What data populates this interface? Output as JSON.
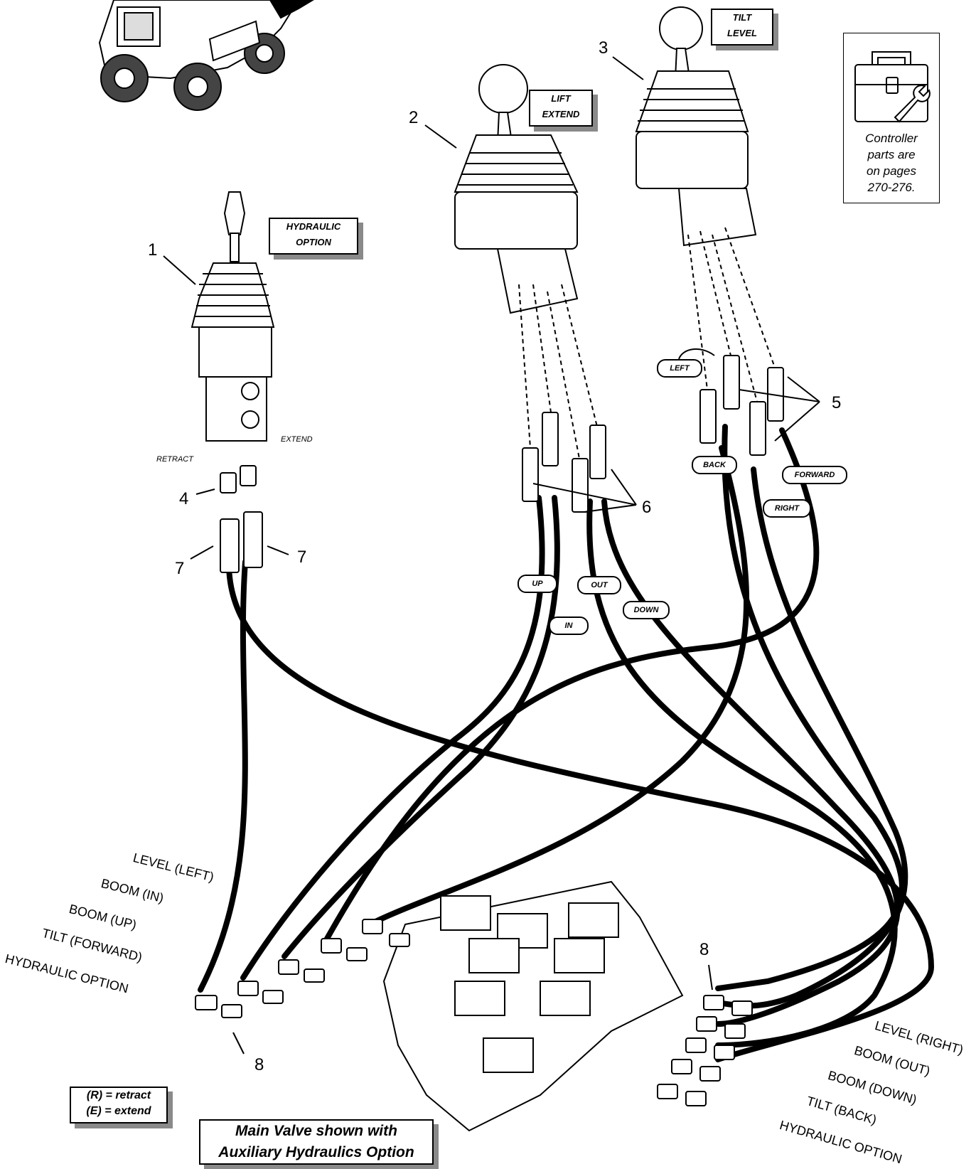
{
  "callouts": {
    "hydraulic_option": [
      "HYDRAULIC",
      "OPTION"
    ],
    "lift_extend": [
      "LIFT",
      "EXTEND"
    ],
    "tilt_level": [
      "TILT",
      "LEVEL"
    ],
    "legend": [
      "(R) = retract",
      "(E) = extend"
    ],
    "main_valve": [
      "Main Valve shown with",
      "Auxiliary Hydraulics Option"
    ]
  },
  "note": {
    "icon": "toolbox-wrench-icon",
    "text": [
      "Controller",
      "parts are",
      "on pages",
      "270-276."
    ]
  },
  "item_numbers": [
    "1",
    "2",
    "3",
    "4",
    "5",
    "6",
    "7",
    "7",
    "8",
    "8"
  ],
  "hose_tags": {
    "left": "LEFT",
    "back": "BACK",
    "forward": "FORWARD",
    "right": "RIGHT",
    "up": "UP",
    "out": "OUT",
    "in": "IN",
    "down": "DOWN"
  },
  "controller_ports": {
    "retract": "RETRACT",
    "extend": "EXTEND"
  },
  "left_valve_labels": [
    "LEVEL (LEFT)",
    "BOOM (IN)",
    "BOOM (UP)",
    "TILT (FORWARD)",
    "HYDRAULIC OPTION"
  ],
  "right_valve_labels": [
    "LEVEL (RIGHT)",
    "BOOM (OUT)",
    "BOOM (DOWN)",
    "TILT (BACK)",
    "HYDRAULIC OPTION"
  ]
}
